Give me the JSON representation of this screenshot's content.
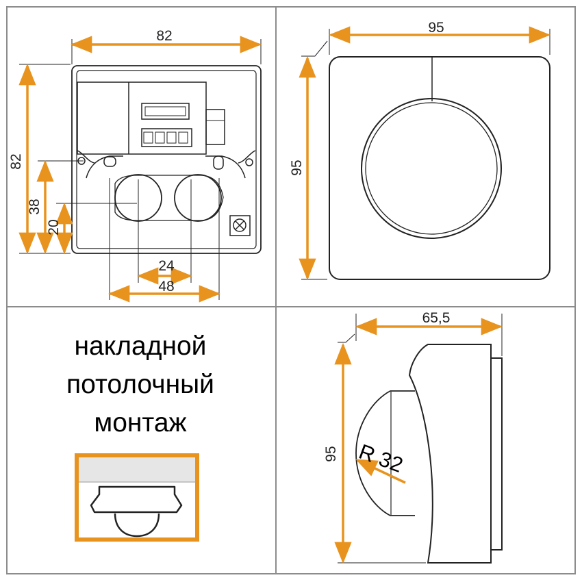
{
  "colors": {
    "dimension": "#E8931E",
    "frame": "#8C8C8C",
    "outline": "#222222"
  },
  "front_view": {
    "width_label": "82",
    "height_label": "82",
    "dim_38_label": "38",
    "dim_20_label": "20",
    "dim_24_label": "24",
    "dim_48_label": "48"
  },
  "top_view": {
    "width_label": "95",
    "height_label": "95"
  },
  "mount_panel": {
    "line1": "накладной",
    "line2": "потолочный",
    "line3": "монтаж"
  },
  "side_view": {
    "depth_label": "65,5",
    "height_label": "95",
    "radius_label": "R 32"
  }
}
